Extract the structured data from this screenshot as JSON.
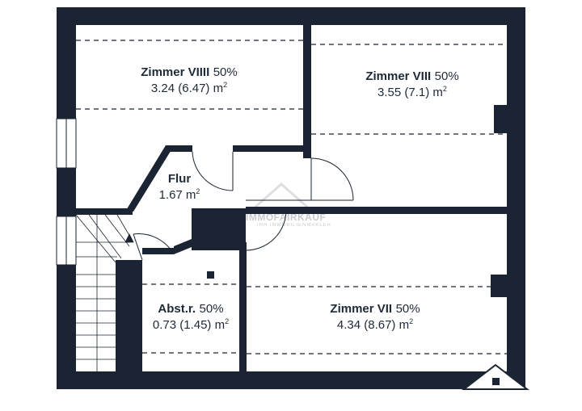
{
  "rooms": [
    {
      "id": "zimmer-viiii",
      "name": "Zimmer VIIII",
      "pct": "50%",
      "area": "3.24 (6.47) m",
      "sup": "2"
    },
    {
      "id": "zimmer-viii",
      "name": "Zimmer VIII",
      "pct": "50%",
      "area": "3.55 (7.1) m",
      "sup": "2"
    },
    {
      "id": "flur",
      "name": "Flur",
      "pct": "",
      "area": "1.67 m",
      "sup": "2"
    },
    {
      "id": "abstr",
      "name": "Abst.r.",
      "pct": "50%",
      "area": "0.73 (1.45) m",
      "sup": "2"
    },
    {
      "id": "zimmer-vii",
      "name": "Zimmer VII",
      "pct": "50%",
      "area": "4.34 (8.67) m",
      "sup": "2"
    }
  ],
  "watermark": {
    "brand": "IMMOFAIRKAUF",
    "tagline": "IHR IMMOBILIENMAKLER"
  },
  "colors": {
    "wall": "#1b2433",
    "bg": "#ffffff",
    "line": "#1b2433"
  }
}
